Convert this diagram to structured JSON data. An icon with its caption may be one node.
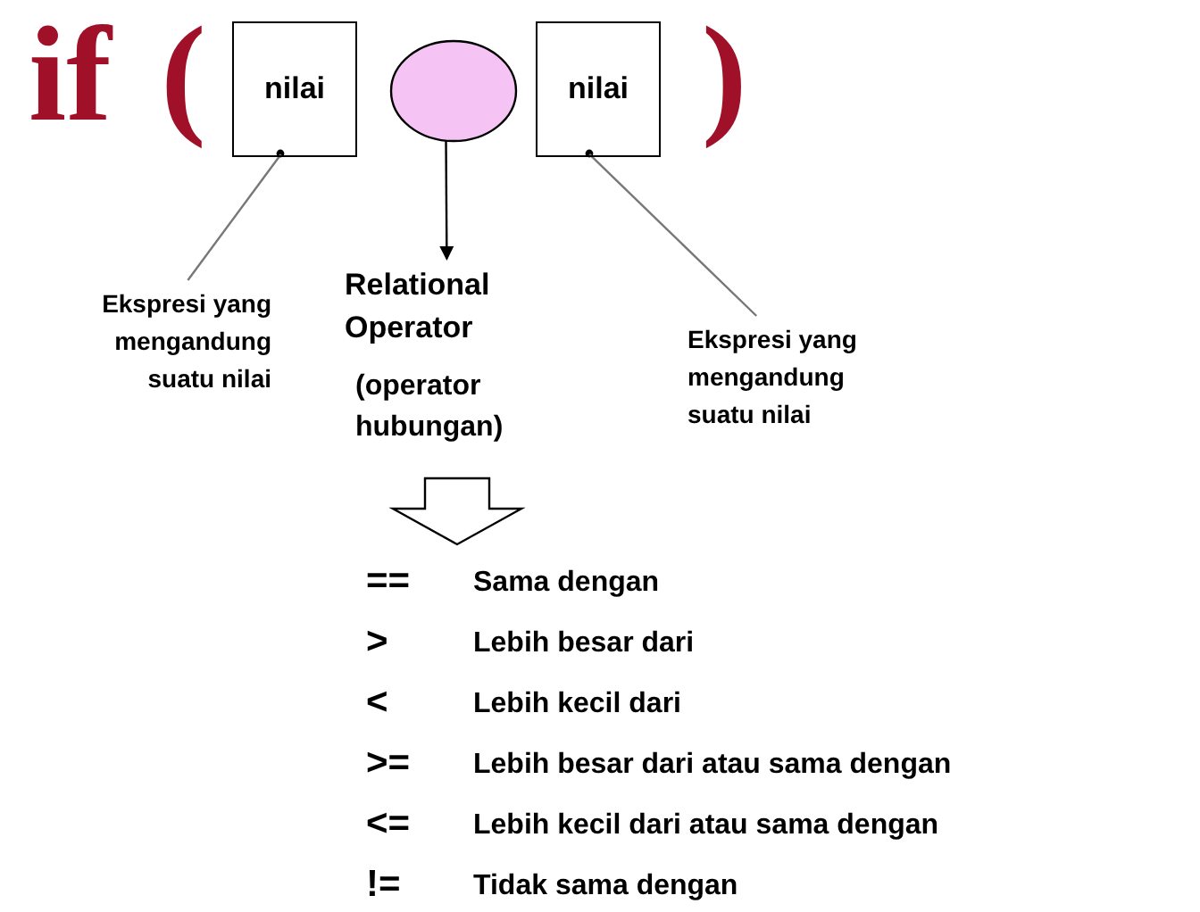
{
  "diagram": {
    "nodes": [
      {
        "text": [
          "nilai"
        ]
      },
      {
        "text": [],
        "shape": "circle"
      },
      {
        "text": [
          "nilai"
        ]
      },
      {
        "text": [
          "Ekspresi yang mengandung suatu nilai"
        ]
      },
      {
        "text": [
          "Relational Operator",
          "(operator hubungan)"
        ]
      },
      {
        "text": [
          "Ekspresi yang mengandung suatu nilai"
        ]
      }
    ],
    "edges": [
      {
        "from": 3,
        "to": 0,
        "arrow": "none"
      },
      {
        "from": 1,
        "to": 4,
        "arrow": "to",
        "color": "#000000"
      },
      {
        "from": 5,
        "to": 2,
        "arrow": "none"
      }
    ],
    "labels": [
      "if",
      "(",
      ")",
      "==",
      "Sama dengan",
      ">",
      "Lebih besar dari",
      "<",
      "Lebih kecil dari",
      ">=",
      "Lebih besar dari atau sama dengan",
      "<=",
      "Lebih kecil dari atau sama dengan",
      "!=",
      "Tidak sama dengan"
    ]
  }
}
